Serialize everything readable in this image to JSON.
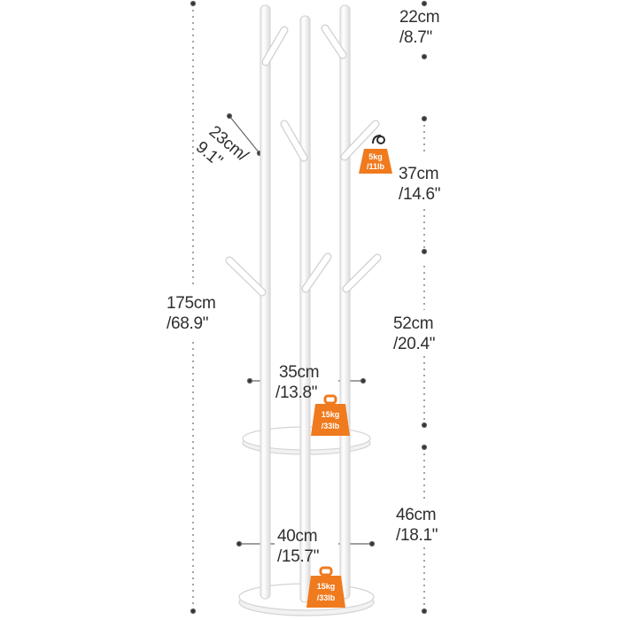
{
  "product": {
    "overall_height": {
      "metric": "175cm",
      "imperial": "/68.9\""
    },
    "top_section": {
      "metric": "22cm",
      "imperial": "/8.7\""
    },
    "hook_length": {
      "metric": "23cm/",
      "imperial": "9.1\""
    },
    "upper_section": {
      "metric": "37cm",
      "imperial": "/14.6\""
    },
    "middle_section": {
      "metric": "52cm",
      "imperial": "/20.4\""
    },
    "lower_section": {
      "metric": "46cm",
      "imperial": "/18.1\""
    },
    "shelf_width": {
      "metric": "35cm",
      "imperial": "/13.8\""
    },
    "base_width": {
      "metric": "40cm",
      "imperial": "/15.7\""
    }
  },
  "load_badges": {
    "hook": {
      "line1": "5kg",
      "line2": "/11lb"
    },
    "shelf": {
      "line1": "15kg",
      "line2": "/33lb"
    },
    "base": {
      "line1": "15kg",
      "line2": "/33lb"
    }
  },
  "colors": {
    "badge": "#f07a1e",
    "rack": "#ffffff",
    "outline": "#d9d9d9",
    "dim_line": "#555555"
  }
}
